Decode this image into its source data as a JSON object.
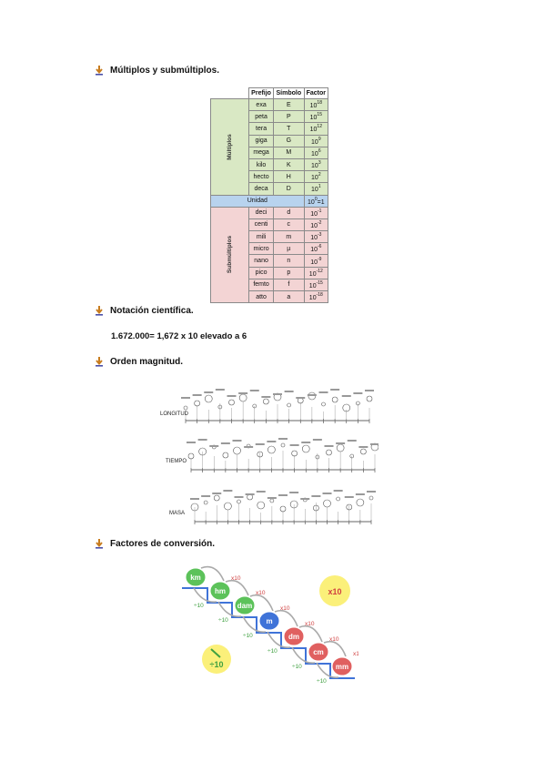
{
  "sections": {
    "multiplos": "Múltiplos y submúltiplos.",
    "notacion": "Notación científica.",
    "orden": "Orden magnitud.",
    "factores": "Factores de conversión."
  },
  "formula": "1.672.000= 1,672 x 10 elevado a 6",
  "table": {
    "headers": [
      "Prefijo",
      "Símbolo",
      "Factor"
    ],
    "group_multiplos": "Múltiplos",
    "group_submultiplos": "Submúltiplos",
    "multiplos": [
      {
        "prefijo": "exa",
        "simbolo": "E",
        "base": "10",
        "exp": "18"
      },
      {
        "prefijo": "peta",
        "simbolo": "P",
        "base": "10",
        "exp": "15"
      },
      {
        "prefijo": "tera",
        "simbolo": "T",
        "base": "10",
        "exp": "12"
      },
      {
        "prefijo": "giga",
        "simbolo": "G",
        "base": "10",
        "exp": "9"
      },
      {
        "prefijo": "mega",
        "simbolo": "M",
        "base": "10",
        "exp": "6"
      },
      {
        "prefijo": "kilo",
        "simbolo": "K",
        "base": "10",
        "exp": "3"
      },
      {
        "prefijo": "hecto",
        "simbolo": "H",
        "base": "10",
        "exp": "2"
      },
      {
        "prefijo": "deca",
        "simbolo": "D",
        "base": "10",
        "exp": "1"
      }
    ],
    "unidad": {
      "label": "Unidad",
      "base": "10",
      "exp": "0",
      "suffix": "=1"
    },
    "submultiplos": [
      {
        "prefijo": "deci",
        "simbolo": "d",
        "base": "10",
        "exp": "-1"
      },
      {
        "prefijo": "centi",
        "simbolo": "c",
        "base": "10",
        "exp": "-2"
      },
      {
        "prefijo": "mili",
        "simbolo": "m",
        "base": "10",
        "exp": "-3"
      },
      {
        "prefijo": "micro",
        "simbolo": "µ",
        "base": "10",
        "exp": "-6"
      },
      {
        "prefijo": "nano",
        "simbolo": "n",
        "base": "10",
        "exp": "-9"
      },
      {
        "prefijo": "pico",
        "simbolo": "p",
        "base": "10",
        "exp": "-12"
      },
      {
        "prefijo": "femto",
        "simbolo": "f",
        "base": "10",
        "exp": "-15"
      },
      {
        "prefijo": "atto",
        "simbolo": "a",
        "base": "10",
        "exp": "-18"
      }
    ]
  },
  "magnitud": {
    "rows": [
      "LONGITUD",
      "TIEMPO",
      "MASA"
    ]
  },
  "conversion": {
    "units": [
      "km",
      "hm",
      "dam",
      "m",
      "dm",
      "cm",
      "mm"
    ],
    "mult": "x10",
    "div": "÷10",
    "circle_mult": "x10",
    "circle_div": "÷10",
    "colors": {
      "green": "#5cc25a",
      "blue": "#3f73d8",
      "red": "#e06060",
      "yellow": "#fbf07a"
    }
  }
}
